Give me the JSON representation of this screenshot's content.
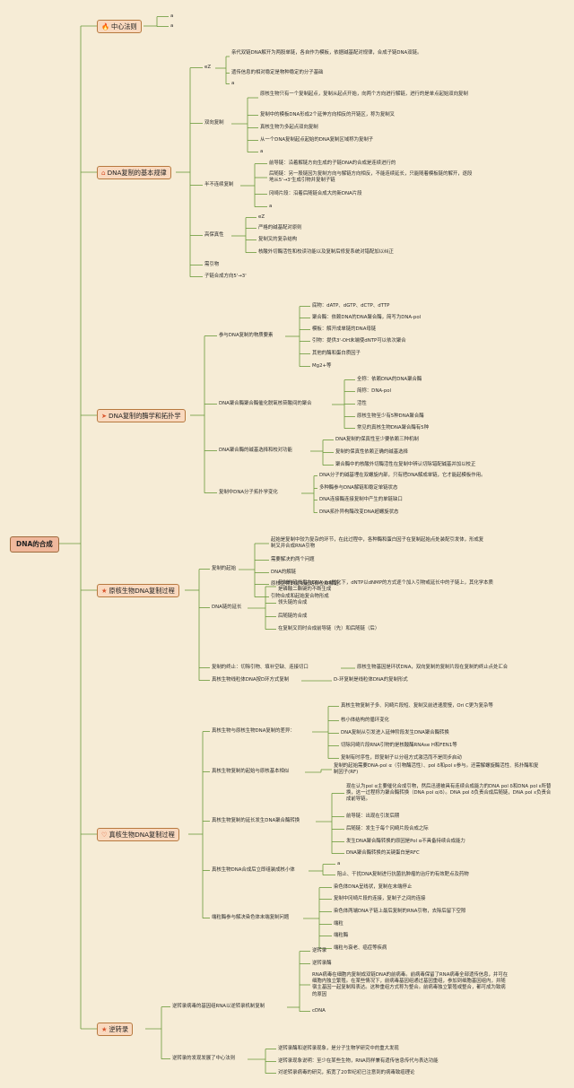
{
  "root": "DNA的合成",
  "branches": [
    {
      "label": "中心法则",
      "icon": "🔥",
      "icon_name": "fire-icon"
    },
    {
      "label": "DNA复制的基本规律",
      "icon": "⌂",
      "icon_name": "house-icon"
    },
    {
      "label": "DNA复制的酶学和拓扑学",
      "icon": "➤",
      "icon_name": "send-icon"
    },
    {
      "label": "原核生物DNA复制过程",
      "icon": "★",
      "icon_name": "star-icon"
    },
    {
      "label": "真核生物DNA复制过程",
      "icon": "♡",
      "icon_name": "heart-icon"
    },
    {
      "label": "逆转录",
      "icon": "★",
      "icon_name": "star-icon"
    }
  ],
  "nodes": {
    "b1a": "a",
    "b1b": "a",
    "eZ": "eZ",
    "eZ1": "亲代双链DNA解开为两股单链，各自作为模板，依据碱基配对规律，合成子链DNA双链。",
    "eZ2": "遗传信息的相对稳定是物种稳定的分子基础",
    "eZ3": "a",
    "sx": "双向复制",
    "sx1": "原核生物只有一个复制起点，复制从起点开始，向两个方向进行解链，进行的是单点起始双向复制",
    "sx2": "复制中的模板DNA形成2个延伸方向相反的开链区，称为复制叉",
    "sx3": "真核生物为多起点双向复制",
    "sx4": "从一个DNA复制起点起始的DNA复制区域称为复制子",
    "sx5": "a",
    "bb": "半不连续复制",
    "bb1": "前导链：沿着解链方向生成的子链DNA的合成是连续进行的",
    "bb2": "后随链：另一股链因为复制方向与解链方向相反，不能连续延长，只能随着模板链的解开，逐段地从5'→3'生成引物并复制子链",
    "bb3": "冈崎片段：沿着后随链合成大的新DNA片段",
    "bb4": "a",
    "gb": "高保真性",
    "gb1": "eZ",
    "gb2": "严格的碱基配对原则",
    "gb3": "复制叉的复杂结构",
    "gb4": "核酸外切酶活性和校读功能以及复制后修复系统对错配加以纠正",
    "yy": "需引物",
    "fx": "子链合成方向5'→3'",
    "cy": "参与DNA复制的物质要素",
    "cy1": "底物：dATP、dGTP、dCTP、dTTP",
    "cy2": "聚合酶：依赖DNA的DNA聚合酶，简写为DNA-pol",
    "cy3": "模板：解开成单链的DNA母链",
    "cy4": "引物：提供3'-OH末端使dNTP可以依次聚合",
    "cy5": "其他的酶和蛋白质因子",
    "cy6": "Mg2+等",
    "jh": "DNA聚合酶聚合酶催化脱氧核苷酸间的聚合",
    "jh1": "全称：依赖DNA的DNA聚合酶",
    "jh2": "简称：DNA-pol",
    "jh3": "活性",
    "jh4": "原核生物至少有5种DNA聚合酶",
    "jh5": "常见的真核生物DNA聚合酶有5种",
    "jx": "DNA聚合酶的碱基选择和校对功能",
    "jx1": "DNA复制的保真性至少要依赖三种机制",
    "jx2": "复制的保真性依赖正确的碱基选择",
    "jx3": "聚合酶中的核酸外切酶活性在复制中辨认切除错配碱基并加以校正",
    "tp": "复制中DNA分子拓扑学变化",
    "tp1": "DNA分子的碱基埋在双螺旋内部，只有把DNA解成单链，它才能起模板作用。",
    "tp2": "多种酶参与DNA解链和稳定单链状态",
    "tp3": "DNA连接酶连接复制中产生的单链缺口",
    "tp4": "DNA拓扑异构酶改变DNA超螺旋状态",
    "qs": "复制的起始",
    "qs1": "起始是复制中较为复杂的环节，在此过程中，各种酶和蛋白因子在复制起始点处装配引发体，形成复制叉并合成RNA引物",
    "qs2": "需要解决的两个问题",
    "qs3": "DNA的解链",
    "qs4": "原核生物的复制起始部位及解链",
    "qs5": "引物合成和起始复合物形成",
    "yc": "DNA链的延长",
    "yc1": "复制的延长指在DNA-pol催化下，dNTP以dNMP的方式逐个加入引物或延长中的子链上，其化学本质是磷酸二酯键的不断生成",
    "yc2": "领头链的合成",
    "yc3": "后随链的合成",
    "yc4": "在复制叉同时合成前导链（先）和后随链（后）",
    "zz": "复制的终止：切除引物、填补空缺、连接切口",
    "zz1": "原核生物基因是环状DNA，双向复制的复制片段在复制的终止点处汇合",
    "hz": "真核生物线粒体DNA按D环方式复制",
    "hz1": "D-环复制是线粒体DNA的复制形式",
    "cy_t": "真核生物与原核生物DNA复制的差异：",
    "ct1": "真核生物复制子多、冈崎片段短、复制叉前进速度慢，Ori C更为复杂等",
    "ct2": "核小体结构的循环变化",
    "ct3": "DNA复制从引发进入延伸阶段发生DNA聚合酶转换",
    "ct4": "切除冈崎片段RNA引物的是核酸酶RNAse H和FEN1等",
    "ct5": "复制有时序性，即复制子以分组方式激活而不是同步启动",
    "zq": "真核生物复制的起始与原核基本相似",
    "zq1": "复制的起始需要DNA-pol α（引物酶活性）、pol δ和pol ε参与。还需解螺旋酶活性、拓扑酶和复制因子(RF)",
    "zy": "真核生物复制的延长发生DNA聚合酶转换",
    "zy1": "现在认为pol α主要催化合成引物，然后迅速被具有连续合成能力的DNA pol δ和DNA pol ε所替换，这一过程称为聚合酶转换（DNA pol α/δ）。DNA pol δ负责合成后随链，DNA pol ε负责合成前导链。",
    "zy2": "前导链：出现在引发后期",
    "zy3": "后随链：发生于每个冈崎片段合成之际",
    "zy4": "发生DNA聚合酶转换的原因是Pol α不具备持续合成能力",
    "zy5": "DNA聚合酶转换的关键蛋白是RFC",
    "zs": "真核生物DNA合成后立即组装成核小体",
    "zs1": "a",
    "zs2": "阻止、干扰DNA复制进行抗菌抗肿瘤的治疗的有效靶点及药物",
    "dl": "端粒酶参与解决染色体末端复制问题",
    "dl1": "染色体DNA呈线状，复制在末端停止",
    "dl2": "复制中冈崎片段的连接，复制子之间的连接",
    "dl3": "染色体两端DNA子链上最后复制的RNA引物，去除后留下空隙",
    "dl4": "端粒",
    "dl5": "端粒酶",
    "dl6": "端粒与衰老、癌症等疾病",
    "nz": "逆转录病毒的基因组RNA以逆转录机制复制",
    "nz1": "逆转录",
    "nz2": "逆转录酶",
    "nz3": "RNA病毒在细胞内复制成双链DNA的前病毒。前病毒保留了RNA病毒全部遗传信息，并可在细胞内独立繁殖。在某些情况下，前病毒基因组通过基因重组，参加到细胞基因组内，并随宿主基因一起复制和表达。这种重组方式称为整合。前病毒独立繁殖或整合，都可成为致病的原因",
    "nz4": "cDNA",
    "nf": "逆转录的发现发展了中心法则",
    "nf1": "逆转录酶和逆转录现象，是分子生物学研究中的重大发现",
    "nf2": "逆转录现象说明：至少在某些生物，RNA同样兼有遗传信息传代与表达功能",
    "nf3": "对逆转录病毒的研究，拓宽了20世纪初已注意到的病毒致癌理论"
  },
  "colors": {
    "background": "#f6ecd6",
    "box": "#f9d9bf",
    "box_border": "#b7793f",
    "line": "#6a9a3a",
    "icon": "#d9532b"
  }
}
